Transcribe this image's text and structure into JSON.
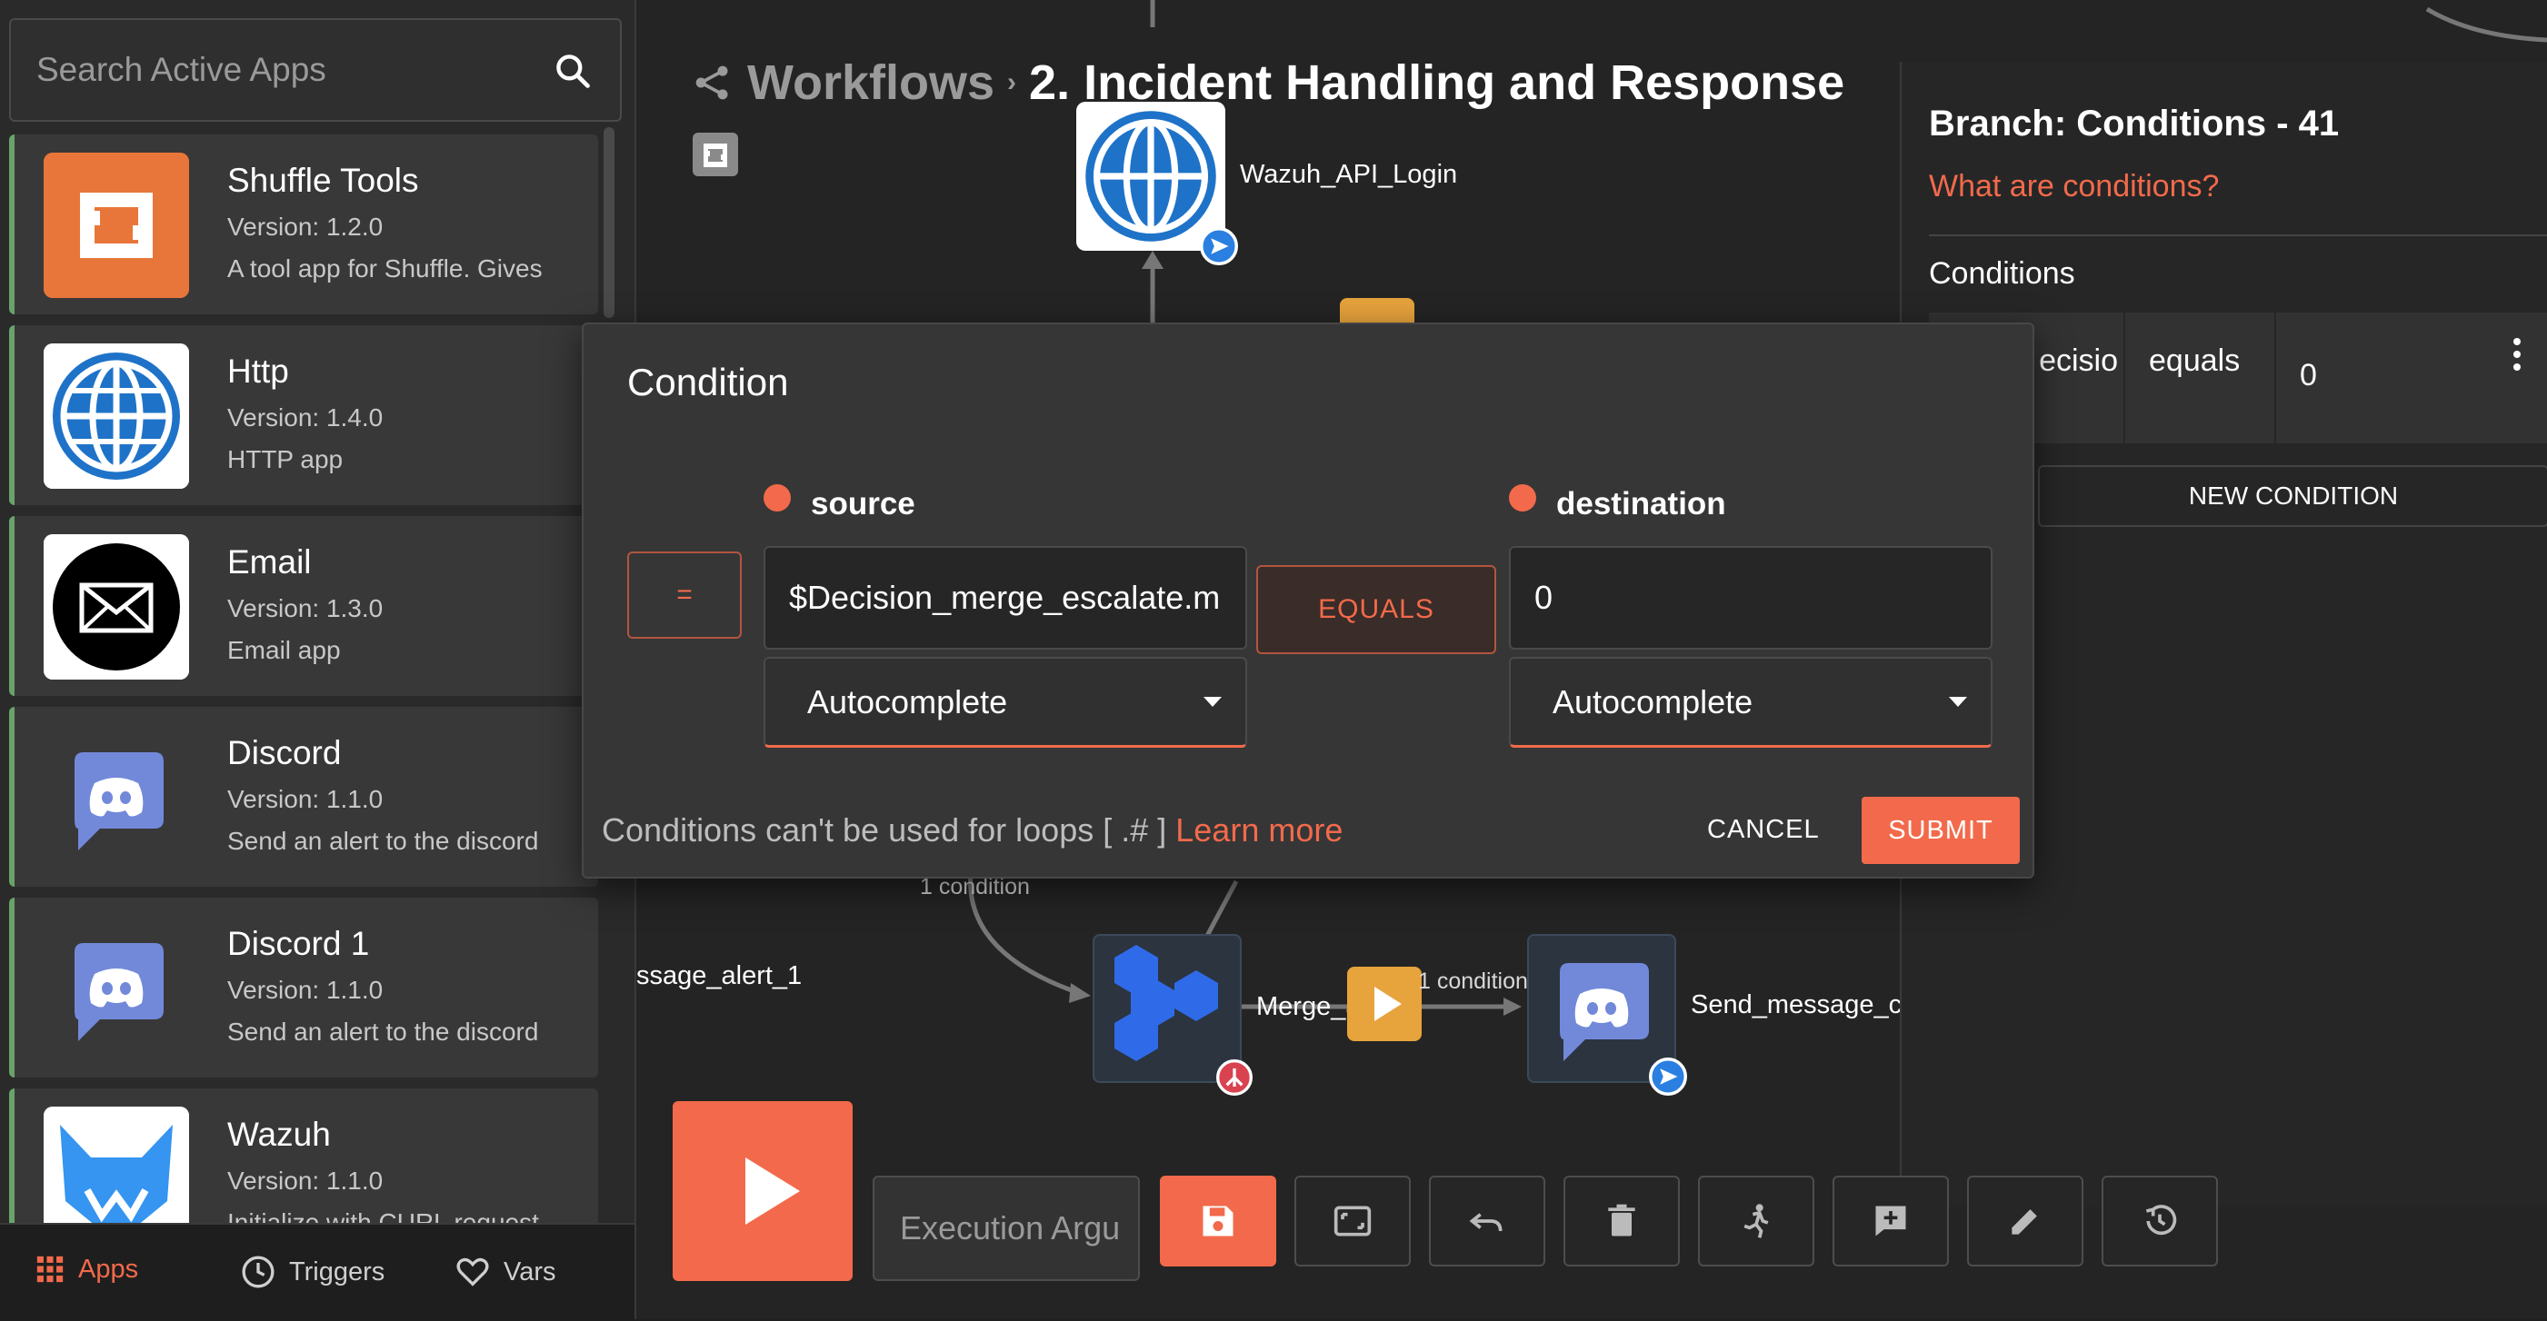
{
  "sidebar": {
    "search_placeholder": "Search Active Apps",
    "apps": [
      {
        "name": "Shuffle Tools",
        "version": "Version: 1.2.0",
        "description": "A tool app for Shuffle. Gives"
      },
      {
        "name": "Http",
        "version": "Version: 1.4.0",
        "description": "HTTP app"
      },
      {
        "name": "Email",
        "version": "Version: 1.3.0",
        "description": "Email app"
      },
      {
        "name": "Discord",
        "version": "Version: 1.1.0",
        "description": "Send an alert to the discord"
      },
      {
        "name": "Discord 1",
        "version": "Version: 1.1.0",
        "description": "Send an alert to the discord"
      },
      {
        "name": "Wazuh",
        "version": "Version: 1.1.0",
        "description": "Initialize with CURL request"
      }
    ],
    "tabs": [
      {
        "label": "Apps",
        "icon": "grid-icon",
        "active": true
      },
      {
        "label": "Triggers",
        "icon": "clock-icon",
        "active": false
      },
      {
        "label": "Vars",
        "icon": "heart-icon",
        "active": false
      }
    ]
  },
  "workflow": {
    "breadcrumb_root": "Workflows",
    "breadcrumb_sep": "›",
    "title": "2. Incident Handling and Response",
    "nodes": {
      "login": "Wazuh_API_Login",
      "message_alert": "ssage_alert_1",
      "merge": "Merge_alert",
      "send_message": "Send_message_ca"
    },
    "edges": {
      "left": "1 condition",
      "right": "1 condition"
    }
  },
  "branch_panel": {
    "title": "Branch: Conditions - 41",
    "help_link": "What are conditions?",
    "conditions_label": "Conditions",
    "condition_row": {
      "source": "ecisio",
      "operator": "equals",
      "destination": "0"
    },
    "new_condition_label": "NEW CONDITION"
  },
  "dialog": {
    "title": "Condition",
    "operator_symbol": "=",
    "source_label": "source",
    "source_value": "$Decision_merge_escalate.m",
    "source_select": "Autocomplete",
    "condition_button": "EQUALS",
    "destination_label": "destination",
    "destination_value": "0",
    "destination_select": "Autocomplete",
    "note": "Conditions can't be used for loops [ .# ]",
    "learn_more": "Learn more",
    "cancel_label": "CANCEL",
    "submit_label": "SUBMIT"
  },
  "toolbar": {
    "execution_placeholder": "Execution Argu",
    "tools": [
      "save-icon",
      "fit-view-icon",
      "undo-icon",
      "delete-icon",
      "run-icon",
      "comment-icon",
      "edit-icon",
      "history-icon"
    ]
  },
  "colors": {
    "accent": "#f26a4b",
    "background": "#242424",
    "panel": "#363636"
  }
}
